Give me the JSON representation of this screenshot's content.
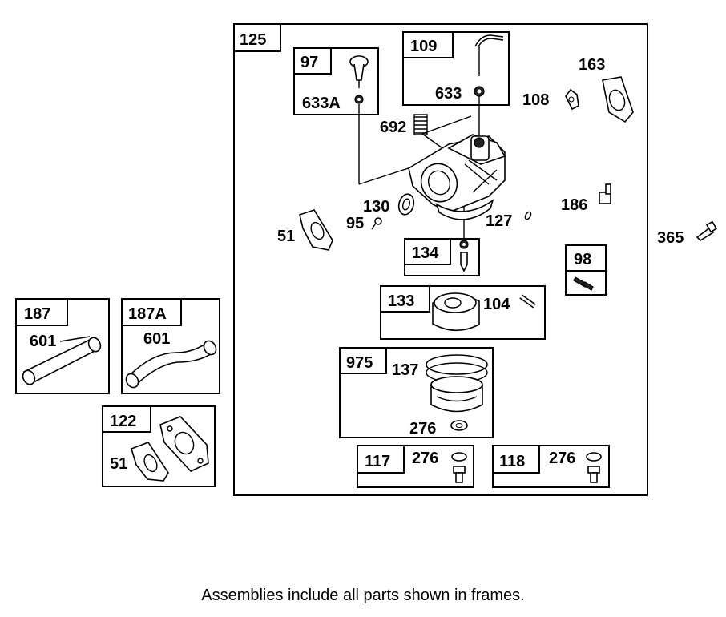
{
  "footer_note": "Assemblies include all parts shown in frames.",
  "frames": {
    "f125": "125",
    "f97": "97",
    "f109": "109",
    "f134": "134",
    "f98": "98",
    "f133": "133",
    "f975": "975",
    "f117": "117",
    "f118": "118",
    "f187": "187",
    "f187a": "187A",
    "f122": "122"
  },
  "parts": {
    "p633a": "633A",
    "p633": "633",
    "p692": "692",
    "p108": "108",
    "p163": "163",
    "p130": "130",
    "p95": "95",
    "p51_main": "51",
    "p127": "127",
    "p186": "186",
    "p365": "365",
    "p104": "104",
    "p137": "137",
    "p276_975": "276",
    "p276_117": "276",
    "p276_118": "276",
    "p601_187": "601",
    "p601_187a": "601",
    "p51_122": "51"
  }
}
